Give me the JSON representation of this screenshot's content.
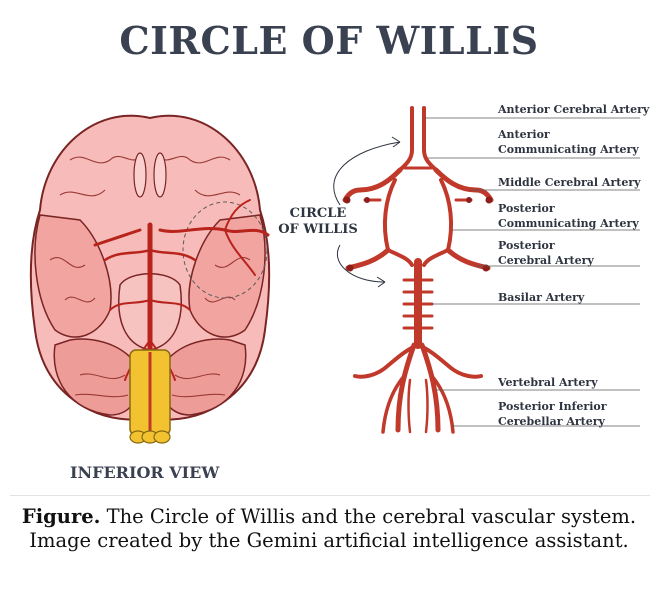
{
  "title": "CIRCLE OF WILLIS",
  "inset_label_line1": "CIRCLE",
  "inset_label_line2": "OF WILLIS",
  "view_label": "INFERIOR VIEW",
  "labels": {
    "anterior_cerebral": "Anterior Cerebral Artery",
    "anterior_communicating_1": "Anterior",
    "anterior_communicating_2": "Communicating Artery",
    "middle_cerebral": "Middle Cerebral Artery",
    "posterior_communicating_1": "Posterior",
    "posterior_communicating_2": "Communicating Artery",
    "posterior_cerebral_1": "Posterior",
    "posterior_cerebral_2": "Cerebral Artery",
    "basilar": "Basilar Artery",
    "vertebral": "Vertebral Artery",
    "pica_1": "Posterior Inferior",
    "pica_2": "Cerebellar Artery"
  },
  "caption": {
    "bold": "Figure.",
    "text": " The Circle of Willis and the cerebral vascular system. Image created by the Gemini artificial intelligence assistant."
  },
  "colors": {
    "artery": "#c0392b",
    "artery_dark": "#8e1e1a",
    "brain_fill": "#f6b6b3",
    "brain_line": "#7a2424",
    "spinal": "#f2c230",
    "text": "#2e3440"
  }
}
